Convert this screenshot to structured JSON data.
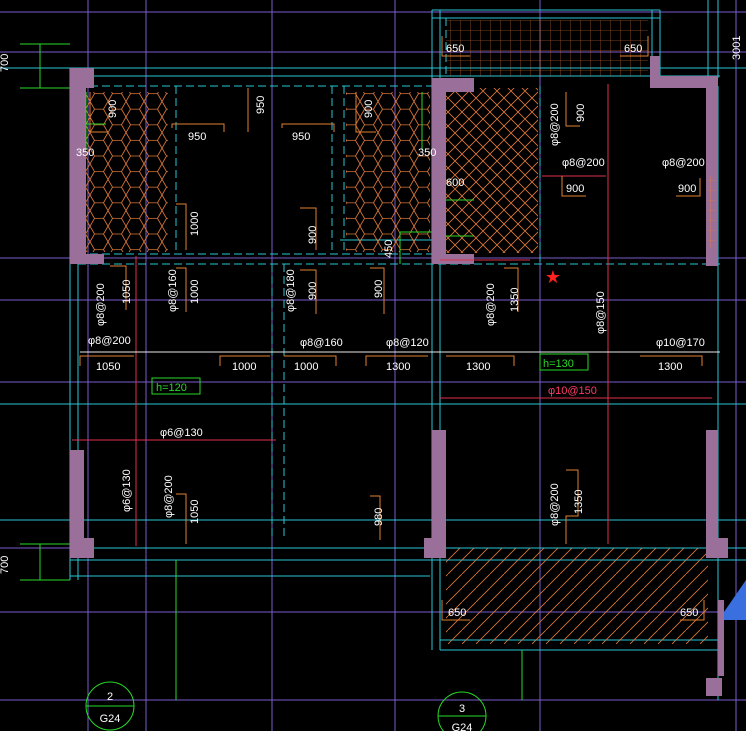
{
  "drawing": {
    "colors": {
      "background": "#000000",
      "wall": "#9a6f9a",
      "cyan_line": "#27c6d6",
      "rebar_white": "#e8e8e8",
      "rebar_red": "#e0304a",
      "dim_orange": "#e08030",
      "hatch": "#e07a3c",
      "green": "#27d827",
      "grid_violet": "#7a5cd0",
      "marker_star": "#ff2020",
      "blue_fill": "#3a6fe0"
    },
    "labels": {
      "d700_top": "700",
      "d700_bottom": "700",
      "d650_tl": "650",
      "d650_tr": "650",
      "d650_bl": "650",
      "d650_br": "650",
      "d3001": "3001",
      "d900_a": "900",
      "d950_a": "950",
      "d950_b": "950",
      "d950_c": "950",
      "d900_b": "900",
      "d900_c": "900",
      "d350_l": "350",
      "d350_r": "350",
      "d600": "600",
      "d450": "450",
      "d1000_a": "1000",
      "d900_d": "900",
      "phi8_200_a": "φ8@200",
      "phi8_200_b": "φ8@200",
      "d900_e": "900",
      "phi8_200_c": "φ8@200",
      "d900_f": "900",
      "phi8_200_v1": "φ8@200",
      "d1050_a": "1050",
      "phi8_160_v": "φ8@160",
      "d1000_b": "1000",
      "phi8_180_v": "φ8@180",
      "d900_g": "900",
      "d900_h": "900",
      "phi8_200_v2": "φ8@200",
      "d1350_a": "1350",
      "phi8_150_v": "φ8@150",
      "phi8_200_v3": "φ8@200",
      "phi8_160_h": "φ8@160",
      "phi8_120_h": "φ8@120",
      "phi10_170_h": "φ10@170",
      "d1050_b": "1050",
      "d1000_c": "1000",
      "d1000_d": "1000",
      "d1300_a": "1300",
      "d1300_b": "1300",
      "d1300_c": "1300",
      "h130": "h=130",
      "h120": "h=120",
      "phi10_150": "φ10@150",
      "phi6_130_h": "φ6@130",
      "phi6_130_v": "φ6@130",
      "phi8_200_v4": "φ8@200",
      "d1050_c": "1050",
      "d980": "980",
      "phi8_200_v5": "φ8@200",
      "d1350_b": "1350",
      "axis2_num": "2",
      "axis2_ref": "G24",
      "axis3_num": "3",
      "axis3_ref": "G24"
    }
  }
}
